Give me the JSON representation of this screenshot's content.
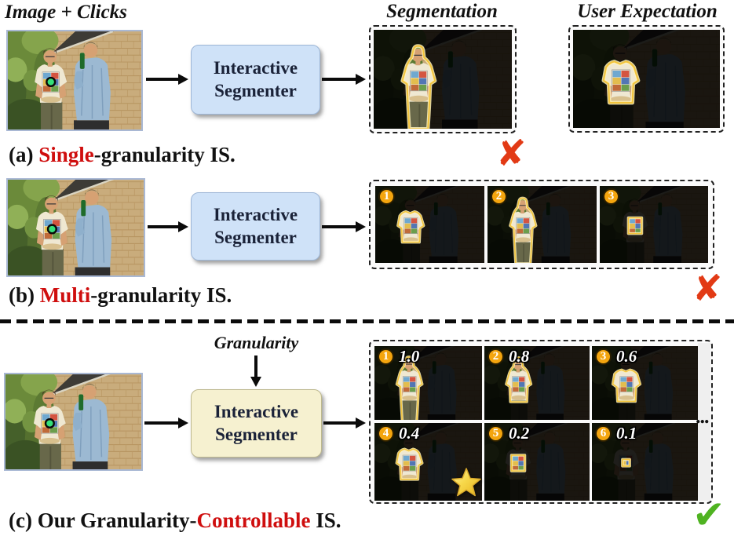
{
  "headers": {
    "image_clicks": "Image + Clicks",
    "segmentation": "Segmentation",
    "user_expectation": "User Expectation",
    "granularity": "Granularity"
  },
  "segmenter_box": {
    "line1": "Interactive",
    "line2": "Segmenter"
  },
  "captions": {
    "a": {
      "prefix": "(a) ",
      "highlight": "Single",
      "suffix": "-granularity IS."
    },
    "b": {
      "prefix": "(b) ",
      "highlight": "Multi",
      "suffix": "-granularity IS."
    },
    "c": {
      "prefix": "(c) Our Granularity-",
      "highlight": "Controllable",
      "suffix": " IS."
    }
  },
  "panels": {
    "segmentation": {
      "mask": "person"
    },
    "expectation": {
      "mask": "shirt"
    },
    "rowB": [
      {
        "badge": "1",
        "mask": "shirt"
      },
      {
        "badge": "2",
        "mask": "person"
      },
      {
        "badge": "3",
        "mask": "patch"
      }
    ],
    "rowC": [
      {
        "badge": "1",
        "value": "1.0",
        "mask": "person"
      },
      {
        "badge": "2",
        "value": "0.8",
        "mask": "upper"
      },
      {
        "badge": "3",
        "value": "0.6",
        "mask": "shirt_wide"
      },
      {
        "badge": "4",
        "value": "0.4",
        "mask": "shirt",
        "starred": true
      },
      {
        "badge": "5",
        "value": "0.2",
        "mask": "patch"
      },
      {
        "badge": "6",
        "value": "0.1",
        "mask": "tiny"
      }
    ],
    "ellipsis": "..."
  },
  "icons": {
    "failure_cross": "✘",
    "success_check": "✔",
    "best_result_star": "star"
  },
  "colors": {
    "segmenter_blue": "#cfe2f8",
    "segmenter_cream": "#f6f1d0",
    "badge_orange": "#f4a50e",
    "accent_red": "#cf0e0e",
    "cross_red": "#e23a15",
    "check_green": "#4fb321",
    "mask_outline_yellow": "#f3c43c"
  }
}
